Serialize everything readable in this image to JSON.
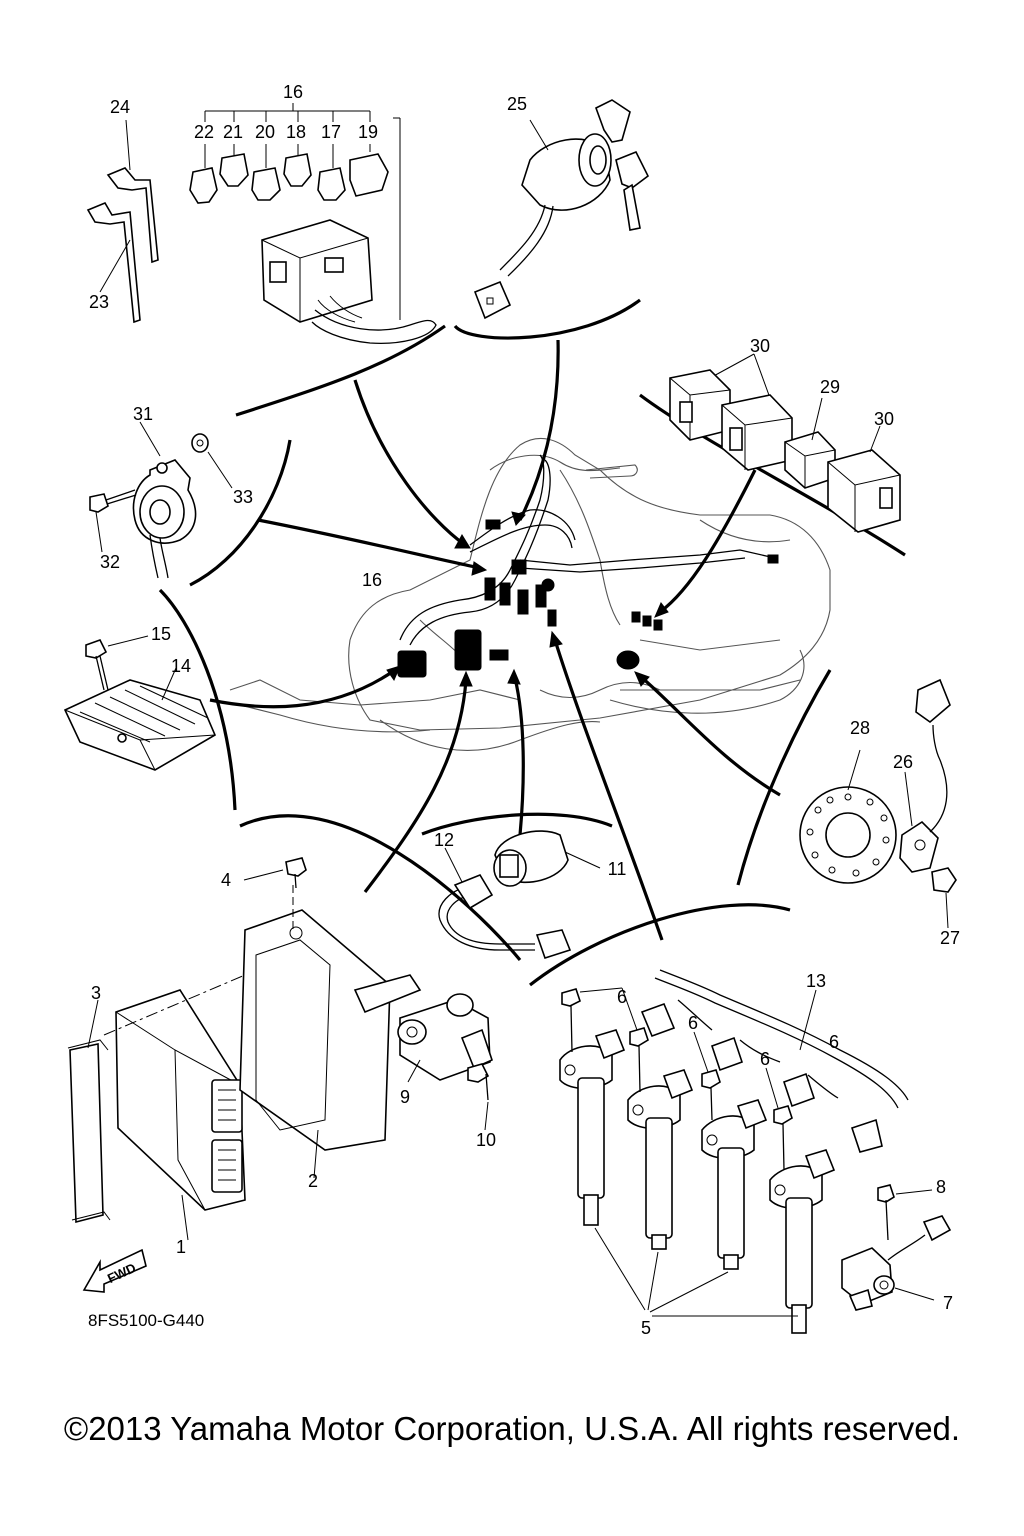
{
  "diagram": {
    "reference_code": "8FS5100-G440",
    "fwd_label": "FWD",
    "copyright": "©2013 Yamaha Motor Corporation, U.S.A. All rights reserved.",
    "callouts": [
      "1",
      "2",
      "3",
      "4",
      "5",
      "6",
      "6",
      "6",
      "6",
      "7",
      "8",
      "9",
      "10",
      "11",
      "12",
      "13",
      "14",
      "15",
      "16",
      "16",
      "17",
      "18",
      "19",
      "20",
      "21",
      "22",
      "23",
      "24",
      "25",
      "26",
      "27",
      "28",
      "29",
      "30",
      "30",
      "31",
      "32",
      "33"
    ]
  }
}
